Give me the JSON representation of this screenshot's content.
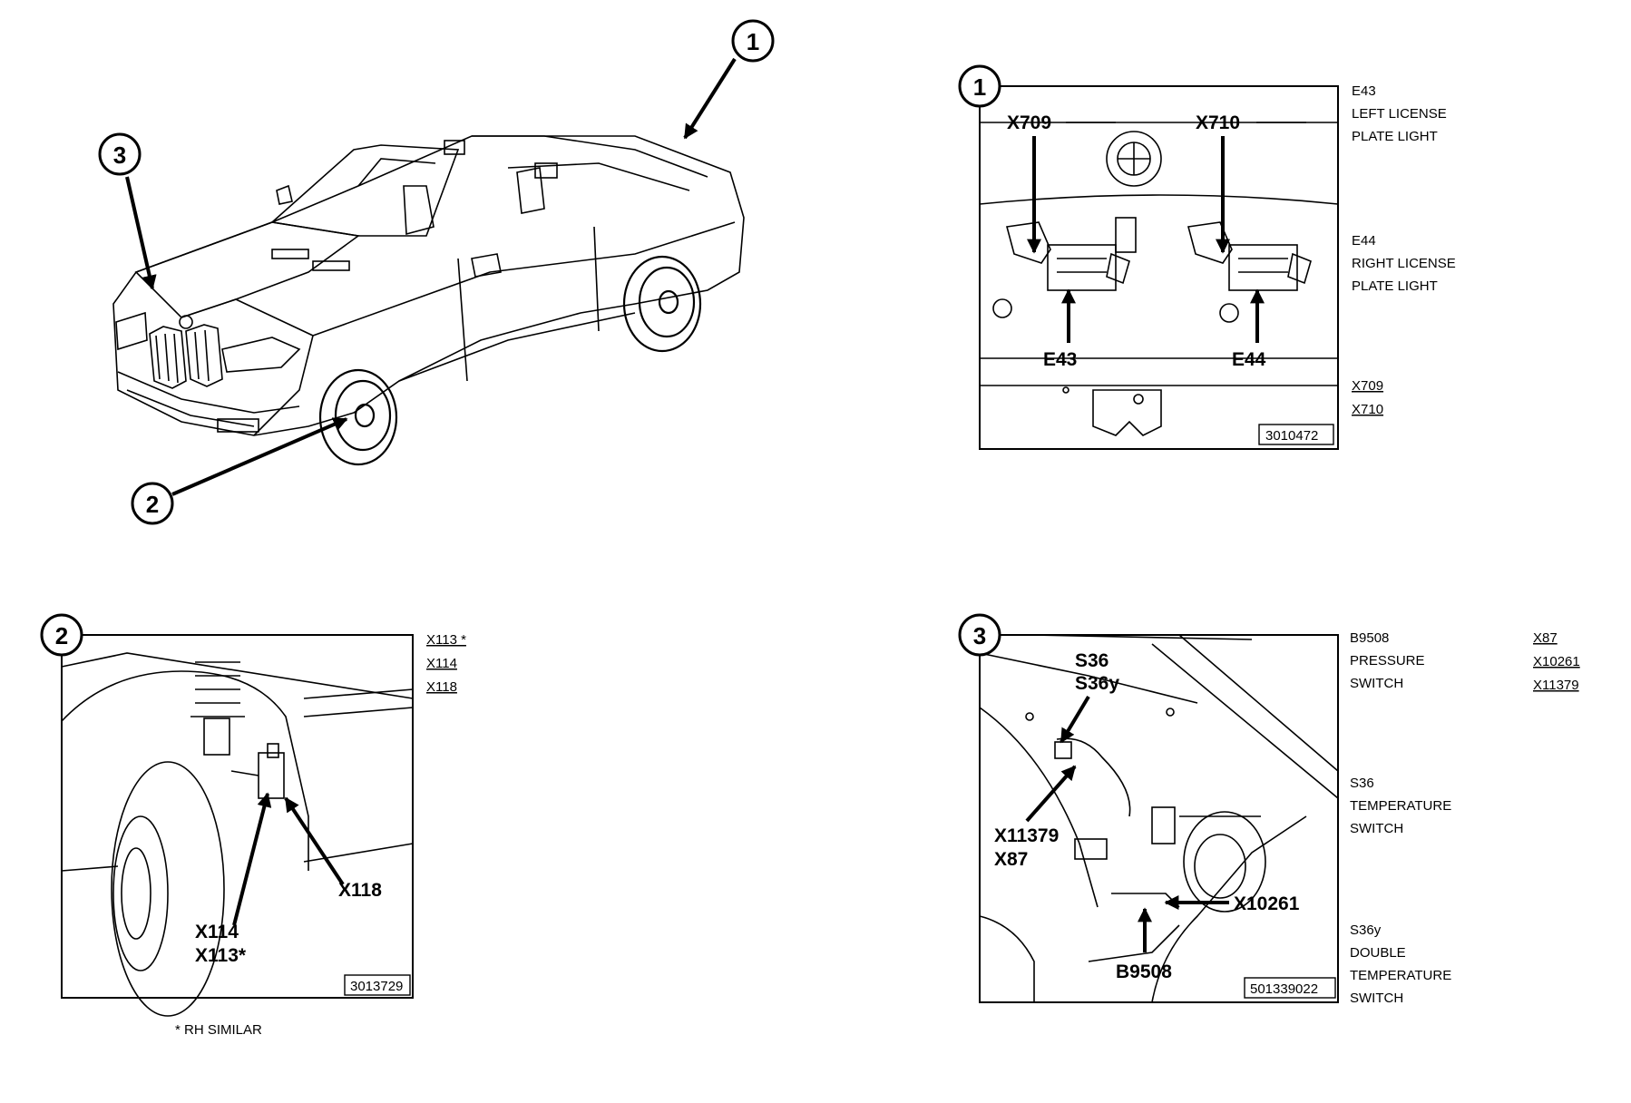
{
  "overview": {
    "callouts": [
      "1",
      "2",
      "3"
    ]
  },
  "panel_1": {
    "number": "1",
    "labels": {
      "x709": "X709",
      "x710": "X710",
      "e43": "E43",
      "e44": "E44"
    },
    "part_number": "3010472",
    "legend": [
      {
        "code": "E43",
        "desc_1": "LEFT LICENSE",
        "desc_2": "PLATE LIGHT"
      },
      {
        "code": "E44",
        "desc_1": "RIGHT LICENSE",
        "desc_2": "PLATE LIGHT"
      }
    ],
    "connectors": [
      "X709",
      "X710"
    ]
  },
  "panel_2": {
    "number": "2",
    "labels": {
      "x118": "X118",
      "x114": "X114",
      "x113": "X113*"
    },
    "part_number": "3013729",
    "connectors": [
      "X113 *",
      "X114",
      "X118"
    ],
    "footnote": "* RH SIMILAR"
  },
  "panel_3": {
    "number": "3",
    "labels": {
      "s36": "S36",
      "s36y": "S36y",
      "x11379": "X11379",
      "x87": "X87",
      "x10261": "X10261",
      "b9508": "B9508"
    },
    "part_number": "501339022",
    "legend": [
      {
        "code": "B9508",
        "desc_1": "PRESSURE",
        "desc_2": "SWITCH",
        "desc_3": ""
      },
      {
        "code": "S36",
        "desc_1": "TEMPERATURE",
        "desc_2": "SWITCH",
        "desc_3": ""
      },
      {
        "code": "S36y",
        "desc_1": "DOUBLE",
        "desc_2": "TEMPERATURE",
        "desc_3": "SWITCH"
      }
    ],
    "connectors": [
      "X87",
      "X10261",
      "X11379"
    ]
  }
}
